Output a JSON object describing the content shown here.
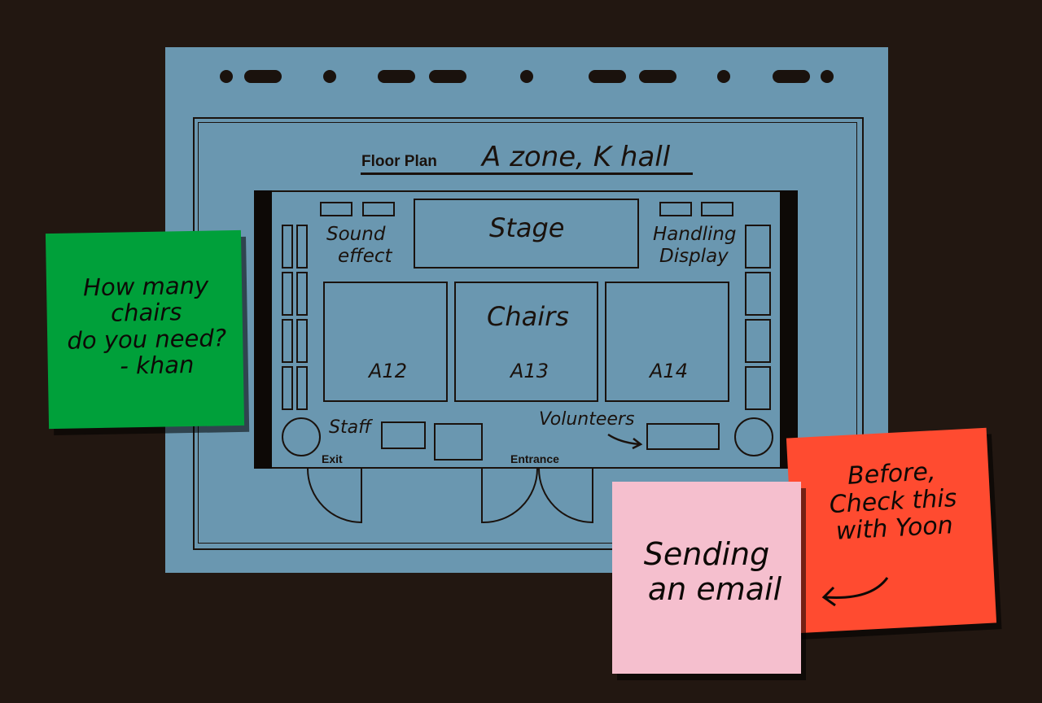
{
  "plan": {
    "heading": "Floor Plan",
    "title": "A zone, K hall",
    "stage_label": "Stage",
    "sound_label_1": "Sound",
    "sound_label_2": "effect",
    "handling_label_1": "Handling",
    "handling_label_2": "Display",
    "chairs_label": "Chairs",
    "sections": [
      "A12",
      "A13",
      "A14"
    ],
    "staff_label": "Staff",
    "volunteers_label": "Volunteers",
    "exit_label": "Exit",
    "entrance_label": "Entrance"
  },
  "notes": {
    "green": {
      "line1": "How many",
      "line2": "chairs",
      "line3": "do you need?",
      "line4": "- khan",
      "color": "#00a03a"
    },
    "pink": {
      "line1": "Sending",
      "line2": "an email",
      "color": "#f5bfce"
    },
    "red": {
      "line1": "Before,",
      "line2": "Check this",
      "line3": "with Yoon",
      "color": "#ff4b30"
    }
  },
  "colors": {
    "background": "#221711",
    "board": "#6a97b0",
    "ink": "#1a120d"
  }
}
